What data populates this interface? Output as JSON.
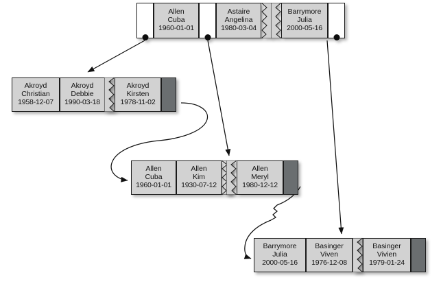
{
  "diagram": {
    "title": "B-tree index structure with leaf chain",
    "colors": {
      "cell_fill": "#d2d2d2",
      "pointer_fill": "#ffffff",
      "next_pointer_fill": "#6a6e70",
      "border": "#1a1a1a",
      "line": "#111111"
    }
  },
  "root": {
    "name": "root-node",
    "entries": [
      {
        "last": "Allen",
        "first": "Cuba",
        "date": "1960-01-01"
      },
      {
        "last": "Astaire",
        "first": "Angelina",
        "date": "1980-03-04"
      },
      {
        "last": "Barrymore",
        "first": "Julia",
        "date": "2000-05-16"
      }
    ]
  },
  "leaf_akroyd": {
    "name": "leaf-node-akroyd",
    "entries": [
      {
        "last": "Akroyd",
        "first": "Christian",
        "date": "1958-12-07"
      },
      {
        "last": "Akroyd",
        "first": "Debbie",
        "date": "1990-03-18"
      },
      {
        "last": "Akroyd",
        "first": "Kirsten",
        "date": "1978-11-02"
      }
    ]
  },
  "leaf_allen": {
    "name": "leaf-node-allen",
    "entries": [
      {
        "last": "Allen",
        "first": "Cuba",
        "date": "1960-01-01"
      },
      {
        "last": "Allen",
        "first": "Kim",
        "date": "1930-07-12"
      },
      {
        "last": "Allen",
        "first": "Meryl",
        "date": "1980-12-12"
      }
    ]
  },
  "leaf_barrymore": {
    "name": "leaf-node-barrymore",
    "entries": [
      {
        "last": "Barrymore",
        "first": "Julia",
        "date": "2000-05-16"
      },
      {
        "last": "Basinger",
        "first": "Viven",
        "date": "1976-12-08"
      },
      {
        "last": "Basinger",
        "first": "Vivien",
        "date": "1979-01-24"
      }
    ]
  },
  "connectors": [
    {
      "name": "root-ptr1-to-akroyd",
      "kind": "arrow-diagonal"
    },
    {
      "name": "root-ptr2-to-allen",
      "kind": "arrow-diagonal"
    },
    {
      "name": "root-ptr3-to-barrymore",
      "kind": "arrow-vertical"
    },
    {
      "name": "akroyd-next-to-allen",
      "kind": "curve-s"
    },
    {
      "name": "allen-next-to-barrymore",
      "kind": "curve-s-broken"
    }
  ]
}
